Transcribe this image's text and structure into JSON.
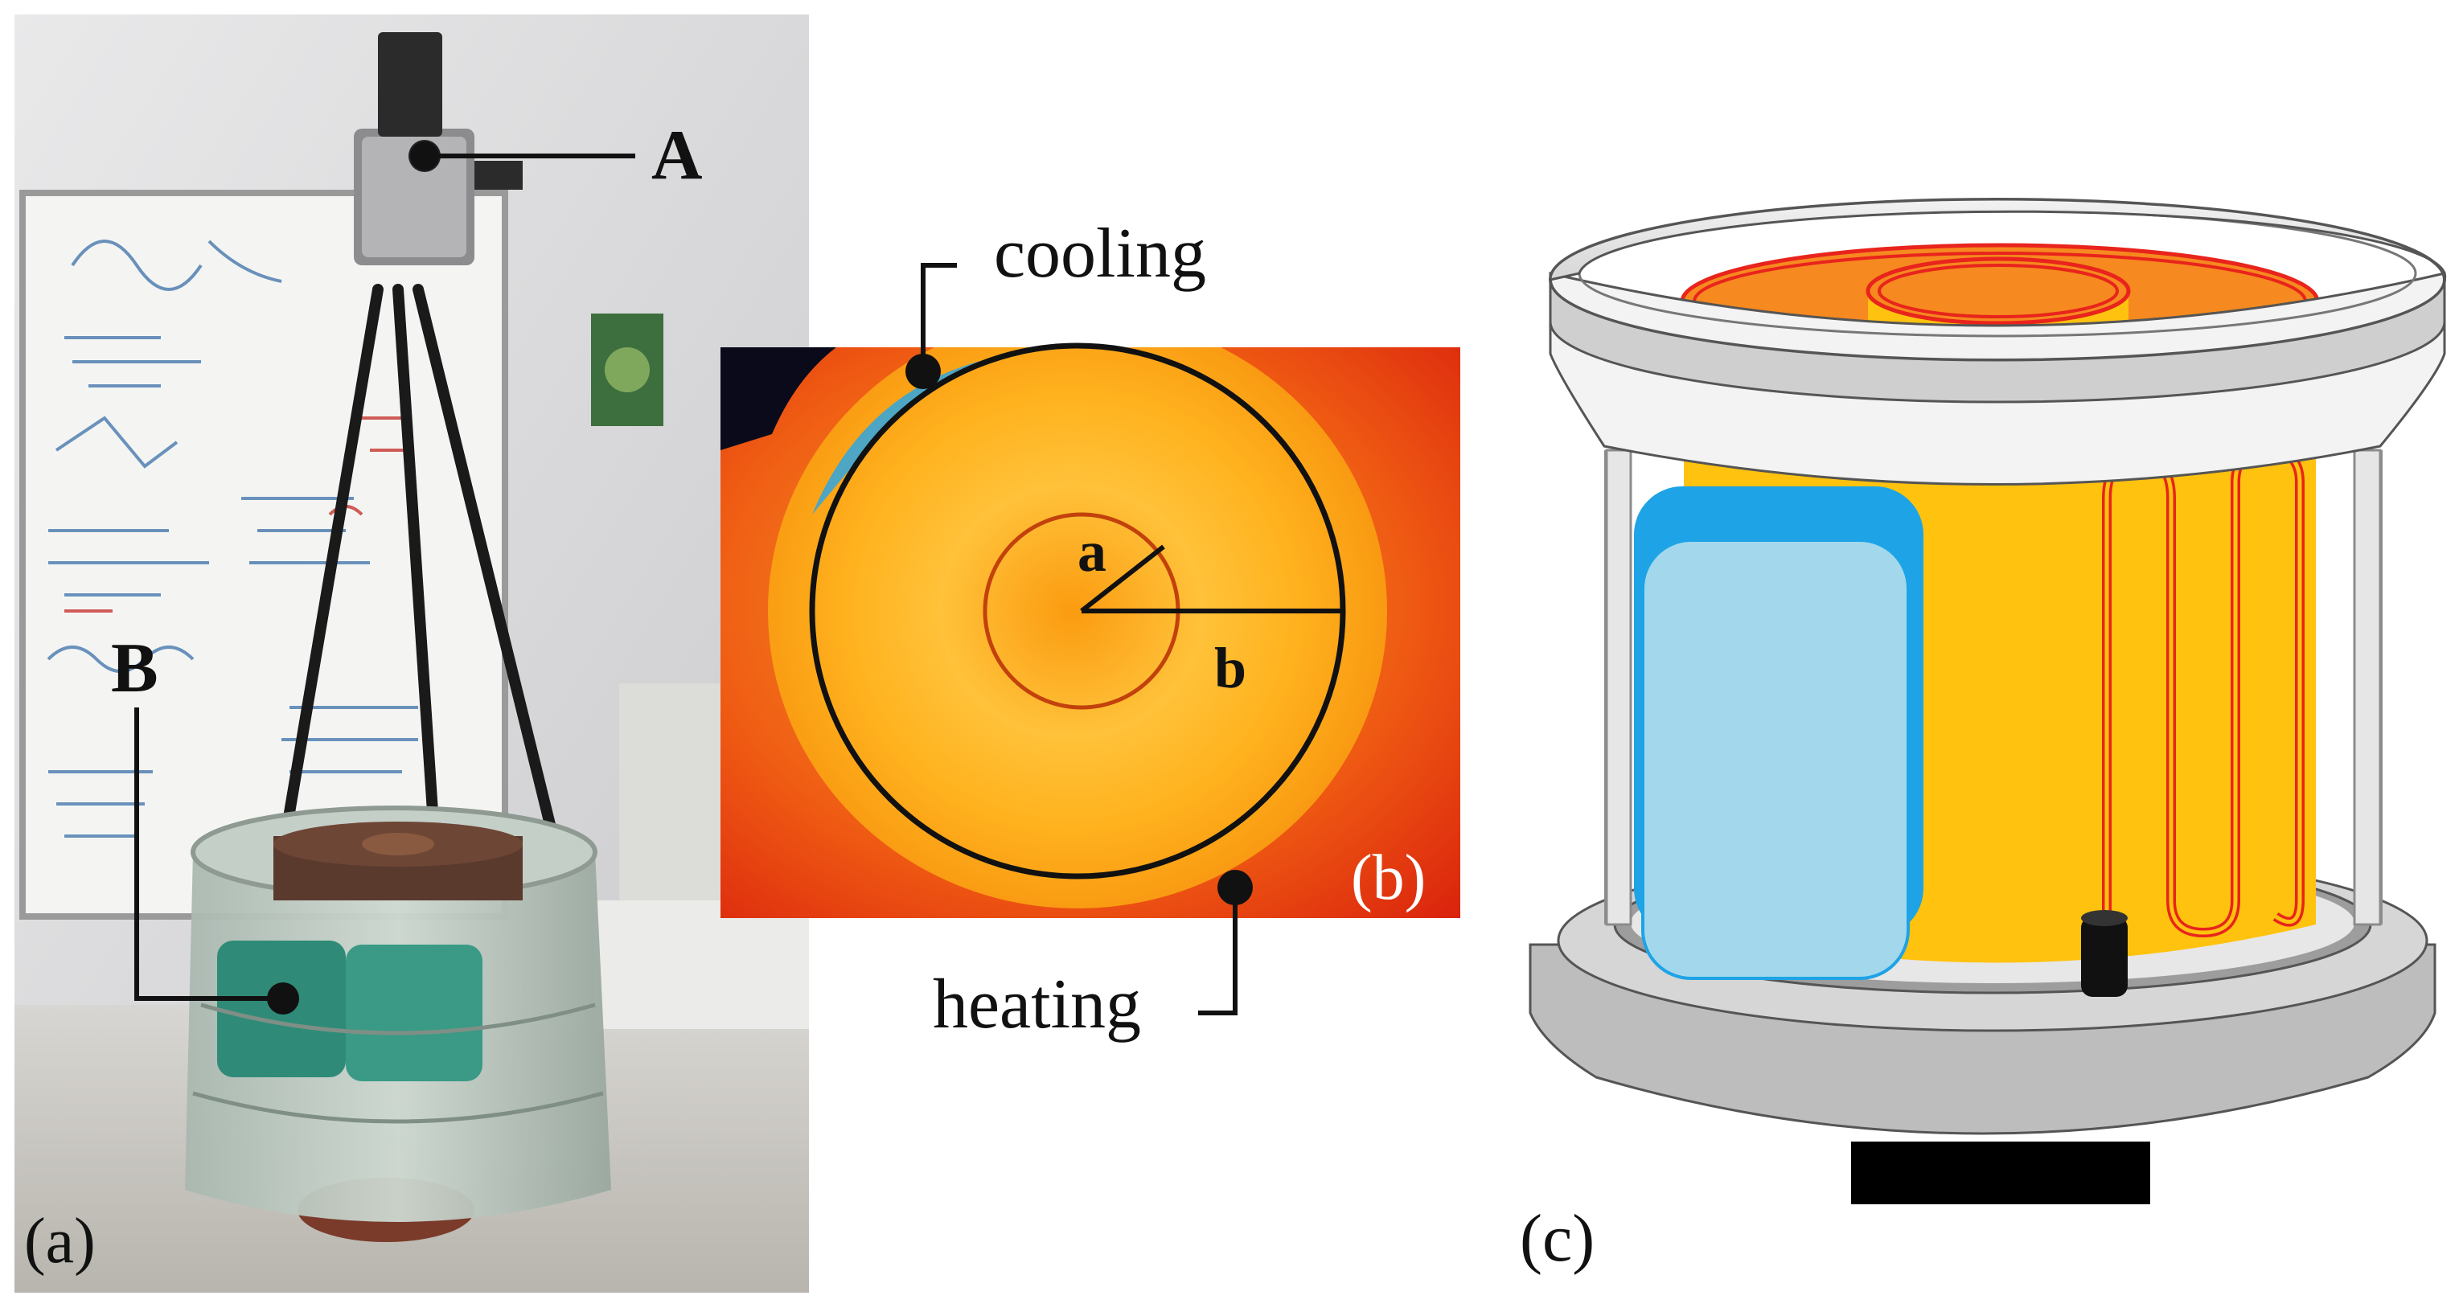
{
  "panels": {
    "a": {
      "tag": "(a)",
      "callouts": {
        "camera": "A",
        "cooling_pad": "B"
      }
    },
    "b": {
      "tag": "(b)",
      "cooling": "cooling",
      "heating": "heating",
      "inner_radius": "a",
      "outer_radius": "b"
    },
    "c": {
      "tag": "(c)"
    }
  },
  "colors": {
    "thermal_orange": "#f7a11a",
    "thermal_red": "#e0260f",
    "cylinder_yellow": "#ffc20e",
    "heater_wire": "#e8241c",
    "cooler_blue": "#1ea3e6",
    "cooler_light": "#a3d8ec",
    "base_grey": "#cfcfcf"
  }
}
